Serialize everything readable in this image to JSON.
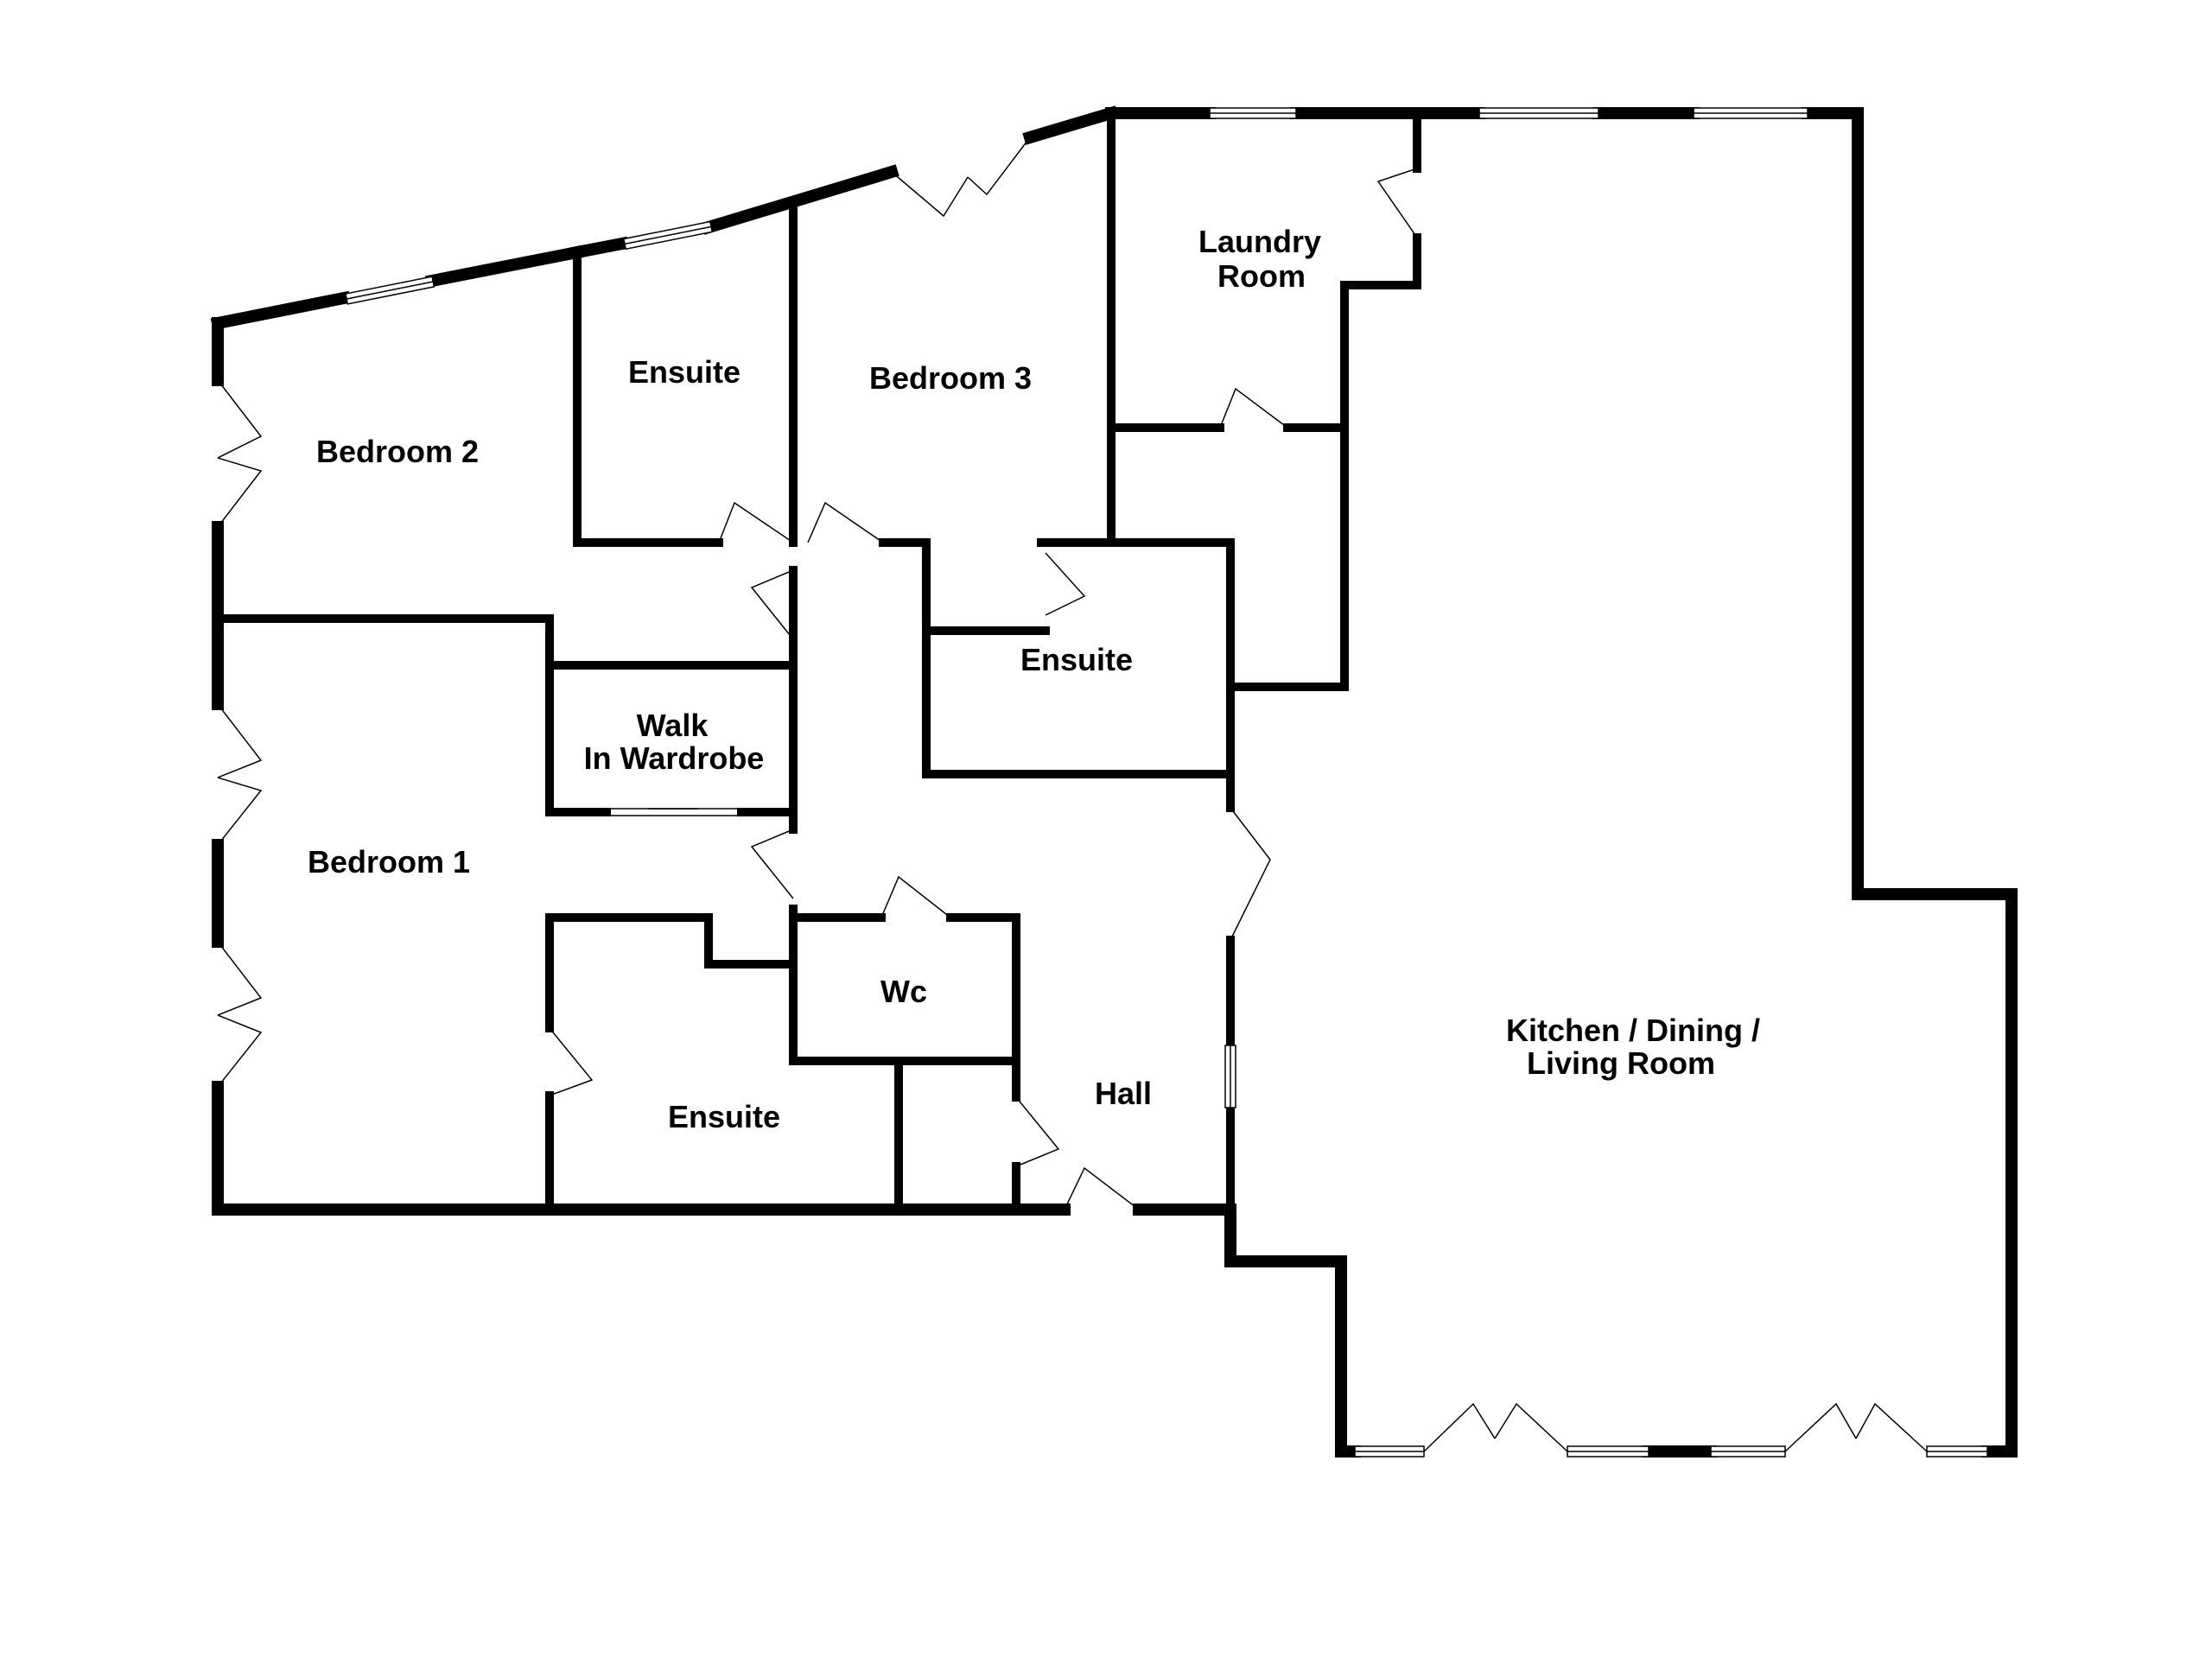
{
  "rooms": {
    "bedroom2": "Bedroom 2",
    "ensuite_top": "Ensuite",
    "bedroom3": "Bedroom 3",
    "laundry_line1": "Laundry",
    "laundry_line2": "Room",
    "ensuite_mid": "Ensuite",
    "walkin_line1": "Walk",
    "walkin_line2": "In Wardrobe",
    "bedroom1": "Bedroom 1",
    "wc": "Wc",
    "ensuite_bottom": "Ensuite",
    "hall": "Hall",
    "kitchen_line1": "Kitchen / Dining /",
    "kitchen_line2": "Living Room"
  }
}
